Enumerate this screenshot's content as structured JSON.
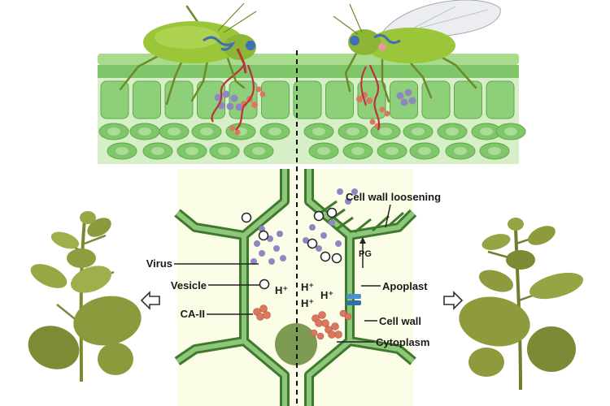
{
  "labels": {
    "cell_wall_loosening": "Cell wall loosening",
    "pg": "PG",
    "virus": "Virus",
    "vesicle": "Vesicle",
    "ca_ii": "CA-II",
    "apoplast": "Apoplast",
    "cell_wall": "Cell wall",
    "cytoplasm": "Cytoplasm",
    "proton_1": "H⁺",
    "proton_2": "H⁺",
    "proton_3": "H⁺",
    "proton_4": "H⁺"
  },
  "colors": {
    "leaf_green": "#a3d98a",
    "cell_green": "#8ed07a",
    "wall_dark": "#3e7a2e",
    "panel_bg": "#fbfde6",
    "aphid_body": "#9cc63a",
    "virus_purple": "#8f86c2",
    "caii_salmon": "#d9785f",
    "stylet_red": "#b8333a",
    "plant_leaf": "#8b9a3c",
    "arrow_outline": "#333333"
  },
  "icons": [
    "aphid-icon",
    "plant-icon",
    "hollow-arrow-left-icon",
    "hollow-arrow-right-icon",
    "proton-pump-icon"
  ]
}
